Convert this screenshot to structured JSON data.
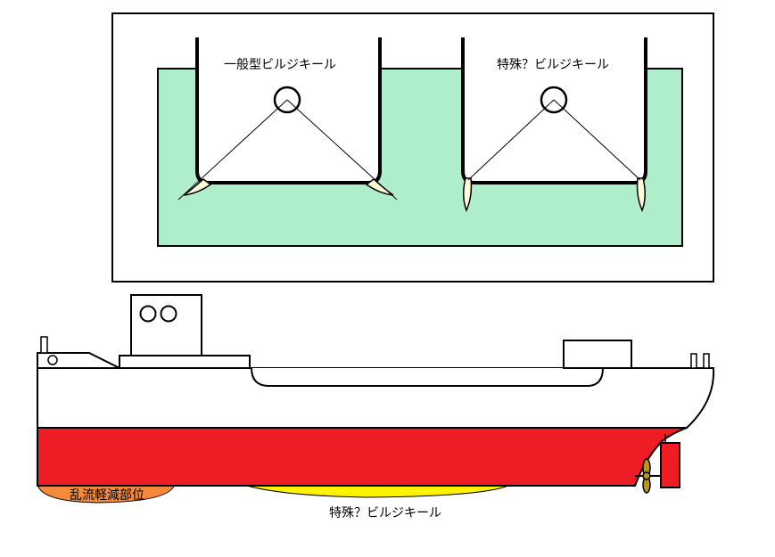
{
  "labels": {
    "standard_bilge_keel": "一般型ビルジキール",
    "special_bilge_keel_top": "特殊？ビルジキール",
    "turbulence_reduction": "乱流軽減部位",
    "special_bilge_keel_bottom": "特殊？ビルジキール"
  },
  "colors": {
    "water": "#aeeecb",
    "hull_red": "#ee1c24",
    "bow_turbulence": "#f48a3a",
    "bilge_keel_yellow": "#fff200",
    "keel_fin": "#fffbd6",
    "propeller": "#b49620"
  }
}
